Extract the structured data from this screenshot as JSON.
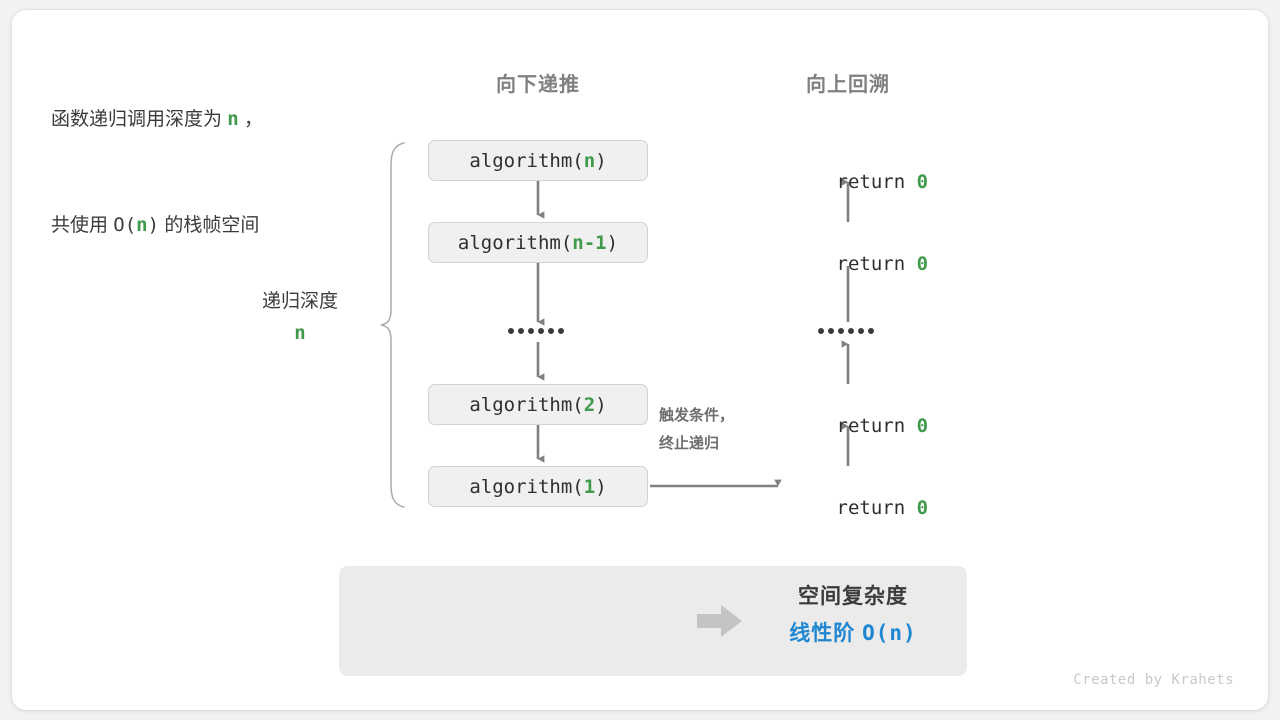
{
  "headers": {
    "down": "向下递推",
    "up": "向上回溯"
  },
  "depth_label": {
    "text": "递归深度",
    "value": "n"
  },
  "call_stack": [
    {
      "prefix": "algorithm(",
      "arg": "n",
      "suffix": ")"
    },
    {
      "prefix": "algorithm(",
      "arg": "n-1",
      "suffix": ")"
    },
    {
      "prefix": "algorithm(",
      "arg": "2",
      "suffix": ")"
    },
    {
      "prefix": "algorithm(",
      "arg": "1",
      "suffix": ")"
    }
  ],
  "returns": [
    {
      "keyword": "return ",
      "value": "0"
    },
    {
      "keyword": "return ",
      "value": "0"
    },
    {
      "keyword": "return ",
      "value": "0"
    },
    {
      "keyword": "return ",
      "value": "0"
    }
  ],
  "ellipsis": {
    "left": "••••••",
    "right": "••••••",
    "dot_count": 6
  },
  "trigger_note": {
    "line1": "触发条件，",
    "line2": "终止递归"
  },
  "summary": {
    "left_line1_a": "函数递归调用深度为 ",
    "left_line1_n": "n",
    "left_line1_b": " ，",
    "left_line2_a": "共使用 ",
    "left_line2_o": "O(",
    "left_line2_n": "n",
    "left_line2_c": ")",
    "left_line2_b": " 的栈帧空间",
    "arrow_icon": "right-arrow-icon",
    "right_title": "空间复杂度",
    "right_value_label": "线性阶 ",
    "right_value_notation": "O(n)"
  },
  "credit": "Created by Krahets",
  "colors": {
    "green": "#409a4c",
    "blue": "#1f87d2",
    "gray_text": "#3b3b3b",
    "gray_heading": "#808080",
    "box_fill": "#f0f0f0",
    "box_border": "#d2d2d2",
    "panel_fill": "#ebebeb",
    "connector": "#808080",
    "arrow_block": "#c4c4c4"
  }
}
